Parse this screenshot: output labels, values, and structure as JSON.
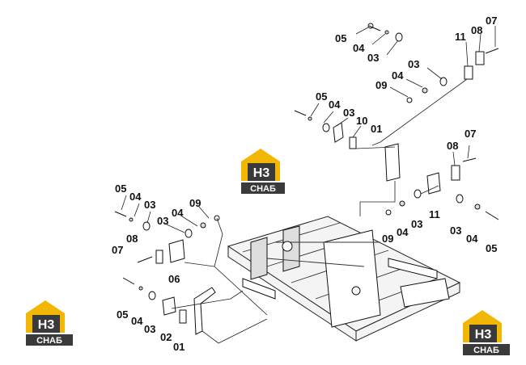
{
  "colors": {
    "logo_yellow": "#f2b705",
    "logo_dark": "#3a3a3a",
    "line": "#222222"
  },
  "logo": {
    "mark": "H3",
    "word": "СНАБ"
  },
  "callouts": {
    "top_05": "05",
    "top_04": "04",
    "top_03": "03",
    "top_11": "11",
    "top_08": "08",
    "top_07": "07",
    "tr_03": "03",
    "tr_04": "04",
    "tr_09": "09",
    "mid_05": "05",
    "mid_04": "04",
    "mid_03": "03",
    "mid_10": "10",
    "mid_01": "01",
    "r_07": "07",
    "r_08": "08",
    "r_11": "11",
    "r_09": "09",
    "r_04": "04",
    "r_03": "03",
    "r_03b": "03",
    "r_04b": "04",
    "r_05": "05",
    "l_05": "05",
    "l_04": "04",
    "l_03": "03",
    "l_09": "09",
    "l_04b": "04",
    "l_03b": "03",
    "l_08": "08",
    "l_07": "07",
    "l_06": "06",
    "b_05": "05",
    "b_04": "04",
    "b_03": "03",
    "b_02": "02",
    "b_01": "01"
  }
}
